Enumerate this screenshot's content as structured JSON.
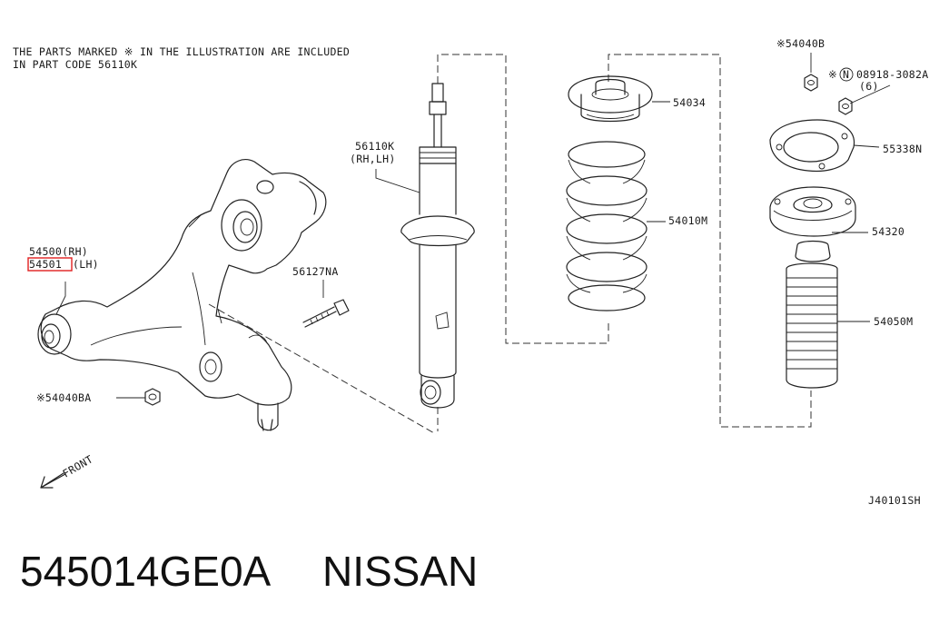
{
  "note": {
    "line1": "THE PARTS MARKED  ※ IN THE ILLUSTRATION ARE INCLUDED",
    "line2": "IN PART CODE 56110K"
  },
  "parts": {
    "p54500": "54500(RH)",
    "p54501_code": "54501",
    "p54501_side": "(LH)",
    "p56110k_1": "56110K",
    "p56110k_2": "(RH,LH)",
    "p56127na": "56127NA",
    "p54040ba": "※54040BA",
    "p54034": "54034",
    "p54010m": "54010M",
    "p54040b": "※54040B",
    "p08918_mark": "※",
    "p08918_n": "N",
    "p08918": "08918-3082A",
    "p08918_qty": "(6)",
    "p55338n": "55338N",
    "p54320": "54320",
    "p54050m": "54050M"
  },
  "front_label": "FRONT",
  "diagram_id": "J40101SH",
  "footer": {
    "part_number": "545014GE0A",
    "brand": "NISSAN"
  },
  "colors": {
    "highlight": "#e02020",
    "ink": "#222222"
  }
}
